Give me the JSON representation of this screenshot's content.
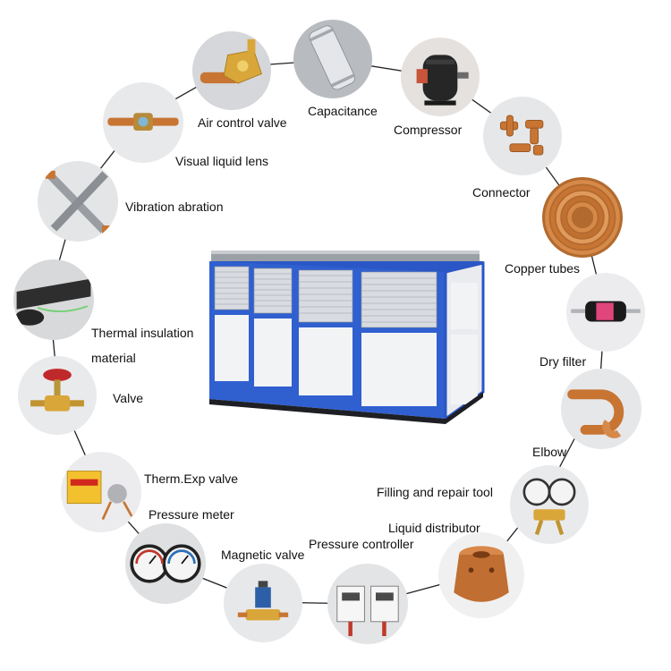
{
  "components": [
    {
      "id": "air-control-valve",
      "label": "Air control valve",
      "icon": "air-control-valve-photo"
    },
    {
      "id": "capacitance",
      "label": "Capacitance",
      "icon": "capacitor-photo"
    },
    {
      "id": "compressor",
      "label": "Compressor",
      "icon": "compressor-photo"
    },
    {
      "id": "connector",
      "label": "Connector",
      "icon": "copper-connector-photo"
    },
    {
      "id": "copper-tubes",
      "label": "Copper tubes",
      "icon": "copper-tube-coil-photo"
    },
    {
      "id": "dry-filter",
      "label": "Dry filter",
      "icon": "dry-filter-photo"
    },
    {
      "id": "elbow",
      "label": "Elbow",
      "icon": "copper-elbow-photo"
    },
    {
      "id": "filling-repair-tool",
      "label": "Filling and repair tool",
      "icon": "gauge-manifold-photo"
    },
    {
      "id": "liquid-distributor",
      "label": "Liquid distributor",
      "icon": "liquid-distributor-photo"
    },
    {
      "id": "pressure-controller",
      "label": "Pressure controller",
      "icon": "pressure-controller-photo"
    },
    {
      "id": "magnetic-valve",
      "label": "Magnetic valve",
      "icon": "solenoid-valve-photo"
    },
    {
      "id": "pressure-meter",
      "label": "Pressure meter",
      "icon": "pressure-gauges-photo"
    },
    {
      "id": "therm-exp-valve",
      "label": "Therm.Exp valve",
      "icon": "expansion-valve-photo"
    },
    {
      "id": "valve",
      "label": "Valve",
      "icon": "hand-valve-photo"
    },
    {
      "id": "thermal-insulation",
      "label": "Thermal insulation material",
      "icon": "insulation-tube-photo"
    },
    {
      "id": "vibration-abration",
      "label": "Vibration abration",
      "icon": "vibration-absorber-photo"
    },
    {
      "id": "visual-liquid-lens",
      "label": "Visual liquid lens",
      "icon": "sight-glass-photo"
    }
  ],
  "center": {
    "icon": "air-cooled-chiller-unit-photo"
  },
  "colors": {
    "ring": "#222222",
    "copper": "#c87533",
    "unit_blue": "#2a56c6",
    "panel_white": "#f2f3f5"
  }
}
